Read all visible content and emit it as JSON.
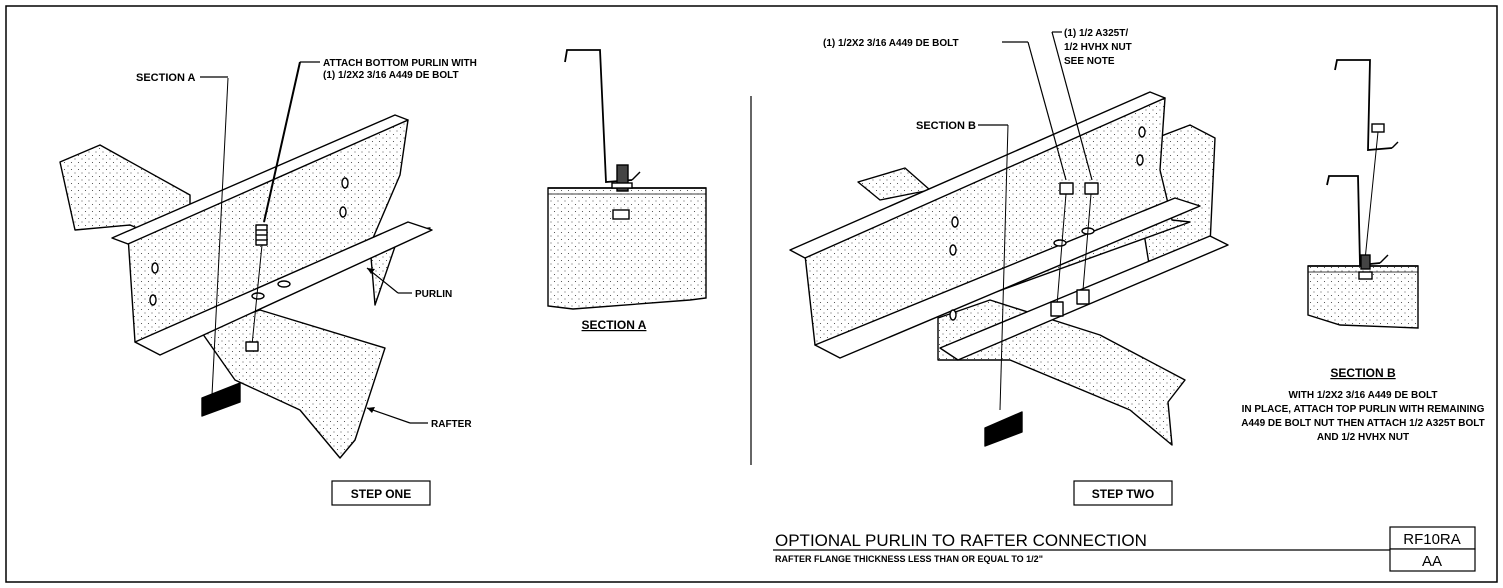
{
  "colors": {
    "line": "#000000",
    "fill": "#ffffff",
    "shade": "#000000"
  },
  "step_one": {
    "caption": "STEP ONE",
    "section_a_callout": "SECTION A",
    "bolt_note_line1": "ATTACH BOTTOM PURLIN WITH",
    "bolt_note_line2": "(1) 1/2X2 3/16 A449 DE BOLT",
    "purlin_label": "PURLIN",
    "rafter_label": "RAFTER"
  },
  "section_a": {
    "title": "SECTION A"
  },
  "step_two": {
    "caption": "STEP TWO",
    "bolt_label": "(1) 1/2X2 3/16 A449 DE BOLT",
    "nut_line1": "(1) 1/2 A325T/",
    "nut_line2": "1/2 HVHX NUT",
    "nut_line3": "SEE NOTE",
    "section_b_callout": "SECTION B"
  },
  "section_b": {
    "title": "SECTION B",
    "note_line1": "WITH 1/2X2 3/16 A449 DE BOLT",
    "note_line2": "IN PLACE, ATTACH TOP PURLIN WITH REMAINING",
    "note_line3": "A449 DE BOLT NUT THEN ATTACH 1/2 A325T BOLT",
    "note_line4": "AND 1/2 HVHX NUT"
  },
  "title_block": {
    "title": "OPTIONAL PURLIN TO RAFTER CONNECTION",
    "subtitle": "RAFTER FLANGE THICKNESS LESS THAN OR EQUAL TO 1/2\"",
    "drawing_no": "RF10RA",
    "revision": "AA"
  }
}
